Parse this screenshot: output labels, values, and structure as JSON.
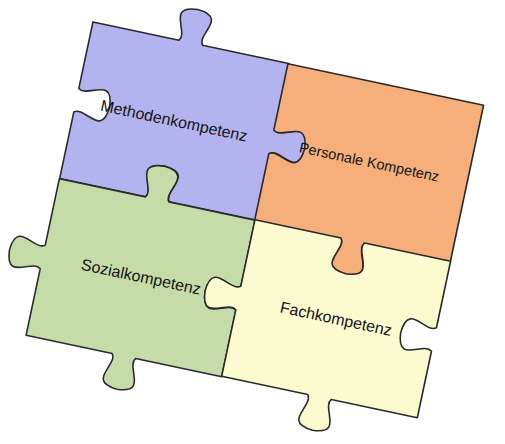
{
  "diagram": {
    "nodes": [
      {
        "text": [
          "Methodenkompetenz"
        ]
      },
      {
        "text": [
          "Personale Kompetenz"
        ]
      },
      {
        "text": [
          "Sozialkompetenz"
        ]
      },
      {
        "text": [
          "Fachkompetenz"
        ]
      }
    ]
  }
}
